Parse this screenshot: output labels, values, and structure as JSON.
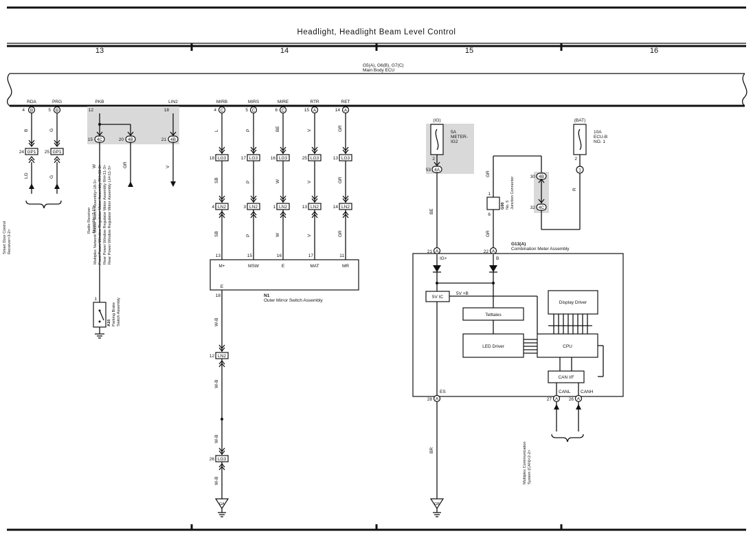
{
  "header": {
    "title": "Headlight,  Headlight Beam Level Control",
    "columns": [
      "13",
      "14",
      "15",
      "16"
    ]
  },
  "ecu": {
    "ref": "G5(A), G6(B), G7(C)",
    "name": "Main Body ECU",
    "terminals": [
      {
        "label": "RDA",
        "pin": "4",
        "conn": "B"
      },
      {
        "label": "PRG",
        "pin": "5",
        "conn": "B"
      },
      {
        "label": "PKB",
        "pin": "12",
        "conn": ""
      },
      {
        "label": "LIN2",
        "pin": "18",
        "conn": ""
      },
      {
        "label": "MIRB",
        "pin": "4",
        "conn": "C"
      },
      {
        "label": "MIRS",
        "pin": "5",
        "conn": "C"
      },
      {
        "label": "MIRE",
        "pin": "6",
        "conn": "C"
      },
      {
        "label": "RTR",
        "pin": "15",
        "conn": "A"
      },
      {
        "label": "RET",
        "pin": "14",
        "conn": "A"
      }
    ]
  },
  "left_circuits": {
    "gp1_pins": [
      "24",
      "25"
    ],
    "gp1_label": "GP1",
    "wire_colors_top": [
      "B",
      "G"
    ],
    "wire_colors_bottom": [
      "LG",
      "G"
    ],
    "smart_door_label_1": "Smart Door Control",
    "smart_door_label_2": "Receiver<3-2>",
    "pkb_pins": [
      "15",
      "20"
    ],
    "pkb_conn": "4C",
    "pkb_conn2": "4B",
    "lin2_pin": "21",
    "lin2_conn": "4B",
    "wire_w": "W",
    "wire_gr": "GR",
    "wire_v": "V",
    "radio_label_1": "Radio Receiver",
    "radio_label_2": "Assembly<3-10>",
    "multiplex_1": "Multiplex Network Master Switch Assembly<18-3>",
    "multiplex_2": "Front Power Window Regulator Motor Assembly RH<11-3>",
    "multiplex_3": "Rear Power Window Regulator Motor Assembly RH<11-3>",
    "multiplex_4": "Rear Power Window Regulator Motor Assembly LH<11-3>",
    "parking_ref": "A16",
    "parking_1": "Parking Brake",
    "parking_2": "Switch Assembly",
    "parking_pin": "1"
  },
  "mirror": {
    "lg3_pins": [
      "18",
      "17",
      "16",
      "25",
      "13"
    ],
    "lg3_label": "LG3",
    "ln2_pins": [
      "4",
      "3",
      "1",
      "13",
      "14"
    ],
    "ln2_label": "LN2",
    "wires_a": [
      "L",
      "P",
      "BE",
      "V",
      "GR"
    ],
    "wires_b": [
      "SB",
      "P",
      "W",
      "V",
      "GR"
    ],
    "wires_c": [
      "SB",
      "P",
      "W",
      "V",
      "GR"
    ],
    "switch_pins": [
      "13",
      "15",
      "16",
      "17",
      "11"
    ],
    "switch_terms": [
      "M+",
      "MSW",
      "E",
      "MAT",
      "MR"
    ],
    "ground_term": "E",
    "ground_pin": "18",
    "ref": "N1",
    "name": "Outer Mirror Switch Assembly",
    "ground_wire": "W-B",
    "ln2_ground_pin": "12",
    "lg3_ground_pin": "26",
    "ground_ref": "GA"
  },
  "meter": {
    "ig_label": "(IG)",
    "bat_label": "(BAT)",
    "fuse1_amp": "5A",
    "fuse1_name_1": "METER-",
    "fuse1_name_2": "IG2",
    "fuse2_amp": "10A",
    "fuse2_name_1": "ECU-B",
    "fuse2_name_2": "NO. 1",
    "fuse1_pin": "2",
    "fuse2_pin": "2",
    "conn_53": "53",
    "conn_4a": "4A",
    "conn_1": "1",
    "wire_be": "BE",
    "wire_gr": "GR",
    "wire_r": "R",
    "wire_br": "BR",
    "jc_pins": [
      "30",
      "32"
    ],
    "jc_conn": [
      "4B",
      "4C"
    ],
    "g90_ref": "G90",
    "g90_1": "No. 5",
    "g90_2": "Junction Connector",
    "g90_pin_1": "1",
    "g90_pin_2": "6",
    "pin_21": "21",
    "pin_22": "22",
    "ref": "G13(A)",
    "name": "Combination Meter Assembly",
    "ig_plus": "IG+",
    "b_term": "B",
    "five_v_ic": "5V IC",
    "five_v_b": "5V +B",
    "display_driver": "Display Driver",
    "telltales": "Telltales",
    "led_driver": "LED Driver",
    "cpu": "CPU",
    "can_if": "CAN I/F",
    "es": "ES",
    "canl": "CANL",
    "canh": "CANH",
    "pin_28": "28",
    "pin_27": "27",
    "pin_26": "26",
    "conn_a": "A",
    "can_label_1": "Multiplex Communication",
    "can_label_2": "System (CAN)<2-2>",
    "ground_ref": "GB"
  }
}
